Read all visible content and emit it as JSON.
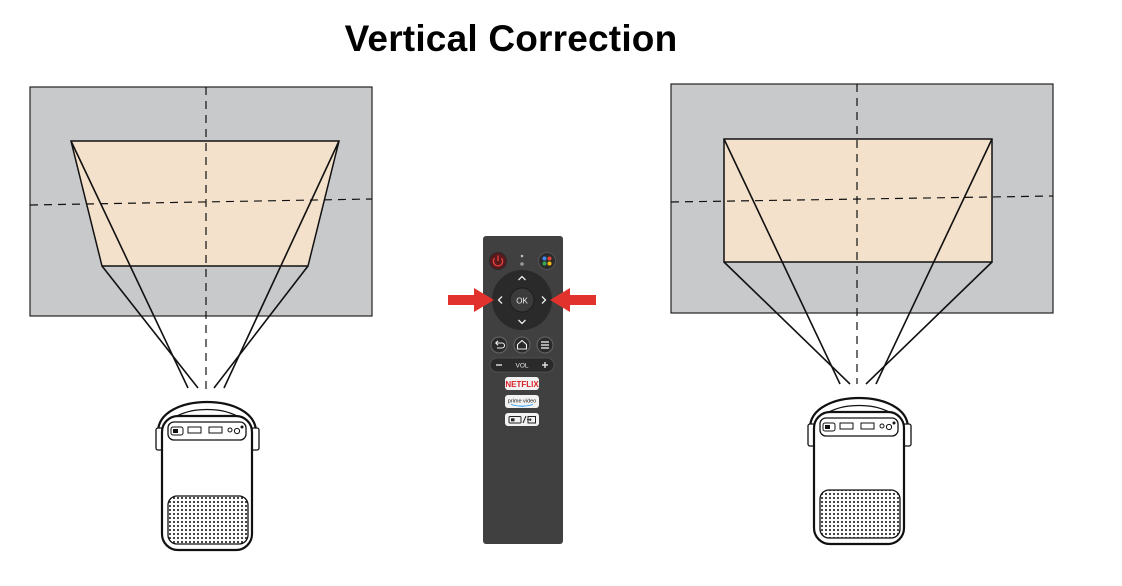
{
  "title": "Vertical Correction",
  "colors": {
    "screen": "#c8c9cb",
    "projection": "#f3e1cb",
    "remote": "#404041",
    "arrow": "#e2322d",
    "power": "#c8232c"
  },
  "remote": {
    "ok_label": "OK",
    "vol_label": "VOL",
    "netflix_label": "NETFLIX",
    "prime_label": "prime video",
    "icons": [
      "power-icon",
      "assistant-icon",
      "back-icon",
      "home-icon",
      "menu-icon",
      "input-icon"
    ]
  },
  "diagrams": [
    {
      "name": "before-correction",
      "shape": "keystone-trapezoid"
    },
    {
      "name": "after-correction",
      "shape": "rectangle"
    }
  ]
}
